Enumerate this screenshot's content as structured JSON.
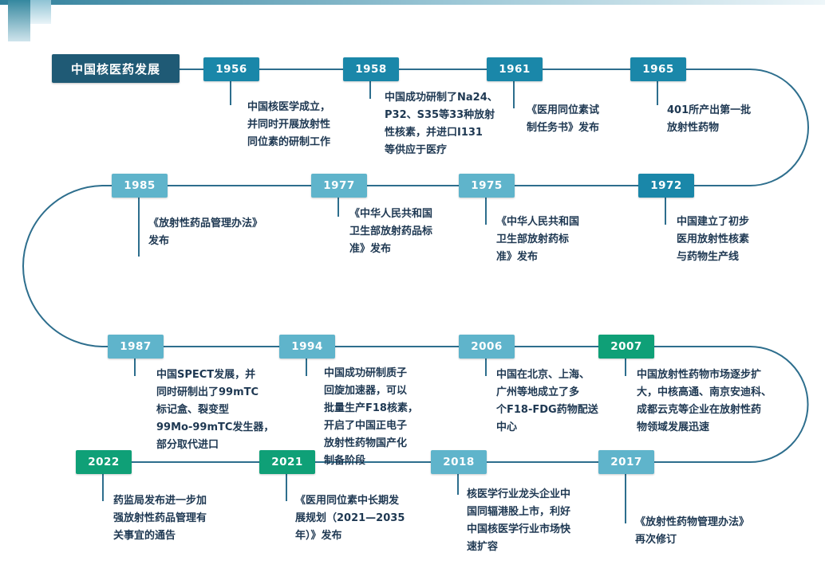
{
  "page": {
    "title": "中国核医药发展"
  },
  "colors": {
    "title_box": "#1f5a75",
    "teal_badge": "#1a87a9",
    "light_blue_badge": "#5fb4cb",
    "green_badge": "#0fa077",
    "connector_line": "#2d6e8d",
    "body_text": "#1e3852"
  },
  "timeline": {
    "nodes": [
      {
        "year": "1956",
        "color": "teal",
        "desc": "中国核医学成立，\n并同时开展放射性\n同位素的研制工作"
      },
      {
        "year": "1958",
        "color": "teal",
        "desc": "中国成功研制了Na24、\nP32、S35等33种放射\n性核素，并进口I131\n等供应于医疗"
      },
      {
        "year": "1961",
        "color": "teal",
        "desc": "《医用同位素试\n制任务书》发布"
      },
      {
        "year": "1965",
        "color": "teal",
        "desc": "401所产出第一批\n放射性药物"
      },
      {
        "year": "1985",
        "color": "light",
        "desc": "《放射性药品管理办法》\n发布"
      },
      {
        "year": "1977",
        "color": "light",
        "desc": "《中华人民共和国\n卫生部放射药品标\n准》发布"
      },
      {
        "year": "1975",
        "color": "light",
        "desc": "《中华人民共和国\n卫生部放射药标\n准》发布"
      },
      {
        "year": "1972",
        "color": "teal",
        "desc": "中国建立了初步\n医用放射性核素\n与药物生产线"
      },
      {
        "year": "1987",
        "color": "light",
        "desc": "中国SPECT发展，并\n同时研制出了99mTC\n标记盒、裂变型\n99Mo-99mTC发生器，\n部分取代进口"
      },
      {
        "year": "1994",
        "color": "light",
        "desc": "中国成功研制质子\n回旋加速器，可以\n批量生产F18核素，\n开启了中国正电子\n放射性药物国产化\n制备阶段"
      },
      {
        "year": "2006",
        "color": "light",
        "desc": "中国在北京、上海、\n广州等地成立了多\n个F18-FDG药物配送\n中心"
      },
      {
        "year": "2007",
        "color": "green",
        "desc": "中国放射性药物市场逐步扩\n大，中核高通、南京安迪科、\n成都云克等企业在放射性药\n物领域发展迅速"
      },
      {
        "year": "2022",
        "color": "green",
        "desc": "药监局发布进一步加\n强放射性药品管理有\n关事宜的通告"
      },
      {
        "year": "2021",
        "color": "green",
        "desc": "《医用同位素中长期发\n展规划（2021—2035\n年）》发布"
      },
      {
        "year": "2018",
        "color": "light",
        "desc": "核医学行业龙头企业中\n国同辐港股上市，利好\n中国核医学行业市场快\n速扩容"
      },
      {
        "year": "2017",
        "color": "light",
        "desc": "《放射性药物管理办法》\n再次修订"
      }
    ]
  }
}
